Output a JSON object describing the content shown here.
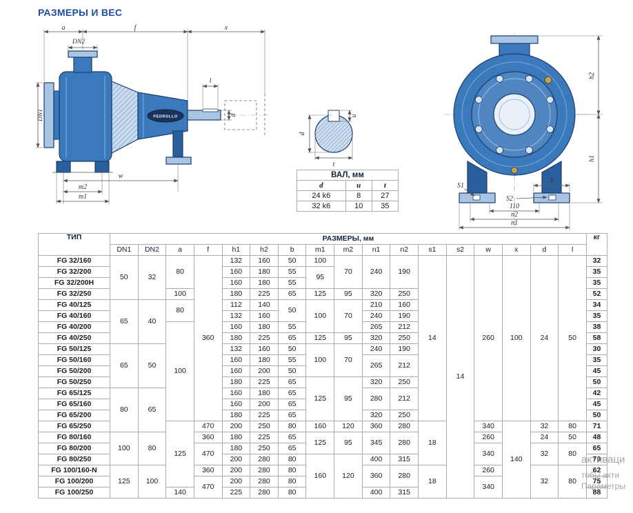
{
  "page_title": "РАЗМЕРЫ И ВЕС",
  "colors": {
    "accent": "#1d4da0",
    "pump_fill": "#3a79bc",
    "outline": "#1c3d6e"
  },
  "drawings": {
    "brand": "PEDROLLO",
    "side_labels": {
      "a": "a",
      "f": "f",
      "x": "x",
      "dn2": "DN2",
      "dn1": "DN1",
      "l": "l",
      "d": "d",
      "w": "w",
      "m2": "m2",
      "m1": "m1"
    },
    "shaft_labels": {
      "d": "d",
      "u": "u",
      "t": "t"
    },
    "front_labels": {
      "h2": "h2",
      "h1": "h1",
      "s1": "S1",
      "s2": "S2",
      "b": "b",
      "dim110": "110",
      "n2": "n2",
      "n1": "n1"
    }
  },
  "shaft_table": {
    "title": "ВАЛ, мм",
    "columns": [
      "d",
      "u",
      "t"
    ],
    "rows": [
      [
        "24 k6",
        "8",
        "27"
      ],
      [
        "32 k6",
        "10",
        "35"
      ]
    ]
  },
  "main_table": {
    "type_header": "ТИП",
    "sizes_header": "РАЗМЕРЫ, мм",
    "kg_header": "кг",
    "columns": [
      "DN1",
      "DN2",
      "a",
      "f",
      "h1",
      "h2",
      "b",
      "m1",
      "m2",
      "n1",
      "n2",
      "s1",
      "s2",
      "w",
      "x",
      "d",
      "l"
    ],
    "rows": [
      {
        "type": "FG 32/160",
        "kg": "32",
        "cells": [
          [
            "50",
            4
          ],
          [
            "32",
            4
          ],
          [
            "80",
            3
          ],
          [
            "360",
            15
          ],
          "132",
          "160",
          "50",
          "100",
          [
            "70",
            3
          ],
          [
            "240",
            3
          ],
          [
            "190",
            3
          ],
          [
            "14",
            15
          ],
          [
            "14",
            22
          ],
          [
            "260",
            15
          ],
          [
            "100",
            15
          ],
          [
            "24",
            15
          ],
          [
            "50",
            15
          ]
        ]
      },
      {
        "type": "FG 32/200",
        "kg": "35",
        "cells": [
          null,
          null,
          null,
          null,
          "160",
          "180",
          "55",
          [
            "95",
            2
          ],
          null,
          null,
          null,
          null,
          null,
          null,
          null,
          null,
          null
        ]
      },
      {
        "type": "FG 32/200H",
        "kg": "35",
        "cells": [
          null,
          null,
          null,
          null,
          "160",
          "180",
          "55",
          null,
          null,
          null,
          null,
          null,
          null,
          null,
          null,
          null,
          null
        ]
      },
      {
        "type": "FG 32/250",
        "kg": "52",
        "cells": [
          null,
          null,
          "100",
          null,
          "180",
          "225",
          "65",
          "125",
          "95",
          "320",
          "250",
          null,
          null,
          null,
          null,
          null,
          null
        ]
      },
      {
        "type": "FG 40/125",
        "kg": "34",
        "cells": [
          [
            "65",
            4
          ],
          [
            "40",
            4
          ],
          [
            "80",
            2
          ],
          null,
          "112",
          "140",
          [
            "50",
            2
          ],
          [
            "100",
            3
          ],
          [
            "70",
            3
          ],
          "210",
          "160",
          null,
          null,
          null,
          null,
          null,
          null
        ]
      },
      {
        "type": "FG 40/160",
        "kg": "35",
        "cells": [
          null,
          null,
          null,
          null,
          "132",
          "160",
          null,
          null,
          null,
          "240",
          "190",
          null,
          null,
          null,
          null,
          null,
          null
        ]
      },
      {
        "type": "FG 40/200",
        "kg": "38",
        "cells": [
          null,
          null,
          [
            "100",
            9
          ],
          null,
          "160",
          "180",
          "55",
          null,
          null,
          "265",
          "212",
          null,
          null,
          null,
          null,
          null,
          null
        ]
      },
      {
        "type": "FG 40/250",
        "kg": "58",
        "cells": [
          null,
          null,
          null,
          null,
          "180",
          "225",
          "65",
          "125",
          "95",
          "320",
          "250",
          null,
          null,
          null,
          null,
          null,
          null
        ]
      },
      {
        "type": "FG 50/125",
        "kg": "30",
        "cells": [
          [
            "65",
            4
          ],
          [
            "50",
            4
          ],
          null,
          null,
          "132",
          "160",
          "50",
          [
            "100",
            3
          ],
          [
            "70",
            3
          ],
          "240",
          "190",
          null,
          null,
          null,
          null,
          null,
          null
        ]
      },
      {
        "type": "FG 50/160",
        "kg": "35",
        "cells": [
          null,
          null,
          null,
          null,
          "160",
          "180",
          "55",
          null,
          null,
          [
            "265",
            2
          ],
          [
            "212",
            2
          ],
          null,
          null,
          null,
          null,
          null,
          null
        ]
      },
      {
        "type": "FG 50/200",
        "kg": "45",
        "cells": [
          null,
          null,
          null,
          null,
          "160",
          "200",
          "50",
          null,
          null,
          null,
          null,
          null,
          null,
          null,
          null,
          null,
          null
        ]
      },
      {
        "type": "FG 50/250",
        "kg": "50",
        "cells": [
          null,
          null,
          null,
          null,
          "180",
          "225",
          "65",
          [
            "125",
            4
          ],
          [
            "95",
            4
          ],
          "320",
          "250",
          null,
          null,
          null,
          null,
          null,
          null
        ]
      },
      {
        "type": "FG 65/125",
        "kg": "42",
        "cells": [
          [
            "80",
            4
          ],
          [
            "65",
            4
          ],
          null,
          null,
          "160",
          "180",
          "65",
          null,
          null,
          [
            "280",
            2
          ],
          [
            "212",
            2
          ],
          null,
          null,
          null,
          null,
          null,
          null
        ]
      },
      {
        "type": "FG 65/160",
        "kg": "45",
        "cells": [
          null,
          null,
          null,
          null,
          "160",
          "200",
          "65",
          null,
          null,
          null,
          null,
          null,
          null,
          null,
          null,
          null,
          null
        ]
      },
      {
        "type": "FG 65/200",
        "kg": "50",
        "cells": [
          null,
          null,
          null,
          null,
          "180",
          "225",
          "65",
          null,
          null,
          "320",
          "250",
          null,
          null,
          null,
          null,
          null,
          null
        ]
      },
      {
        "type": "FG 65/250",
        "kg": "71",
        "cells": [
          null,
          null,
          [
            "125",
            6
          ],
          "470",
          "200",
          "250",
          "80",
          "160",
          "120",
          "360",
          "280",
          [
            "18",
            4
          ],
          null,
          "340",
          [
            "140",
            7
          ],
          "32",
          "80"
        ]
      },
      {
        "type": "FG 80/160",
        "kg": "48",
        "cells": [
          [
            "100",
            3
          ],
          [
            "80",
            3
          ],
          null,
          "360",
          "180",
          "225",
          "65",
          [
            "125",
            2
          ],
          [
            "95",
            2
          ],
          [
            "345",
            2
          ],
          [
            "280",
            2
          ],
          null,
          null,
          "260",
          null,
          "24",
          "50"
        ]
      },
      {
        "type": "FG 80/200",
        "kg": "65",
        "cells": [
          null,
          null,
          null,
          [
            "470",
            2
          ],
          "180",
          "250",
          "65",
          null,
          null,
          null,
          null,
          null,
          null,
          [
            "340",
            2
          ],
          null,
          [
            "32",
            2
          ],
          [
            "80",
            2
          ]
        ]
      },
      {
        "type": "FG 80/250",
        "kg": "79",
        "cells": [
          null,
          null,
          null,
          null,
          "200",
          "280",
          "80",
          [
            "160",
            4
          ],
          [
            "120",
            4
          ],
          "400",
          "315",
          null,
          null,
          null,
          null,
          null,
          null
        ]
      },
      {
        "type": "FG 100/160-N",
        "kg": "62",
        "cells": [
          [
            "125",
            3
          ],
          [
            "100",
            3
          ],
          null,
          "360",
          "200",
          "280",
          "80",
          null,
          null,
          [
            "360",
            2
          ],
          [
            "280",
            2
          ],
          [
            "18",
            3
          ],
          null,
          "260",
          null,
          [
            "32",
            3
          ],
          [
            "80",
            3
          ]
        ]
      },
      {
        "type": "FG 100/200",
        "kg": "75",
        "cells": [
          null,
          null,
          null,
          [
            "470",
            2
          ],
          "200",
          "280",
          "80",
          null,
          null,
          null,
          null,
          null,
          null,
          [
            "340",
            2
          ],
          null,
          null,
          null
        ]
      },
      {
        "type": "FG 100/250",
        "kg": "88",
        "cells": [
          null,
          null,
          "140",
          null,
          "225",
          "280",
          "80",
          null,
          null,
          "400",
          "315",
          null,
          null,
          null,
          null,
          null,
          null
        ]
      }
    ]
  },
  "watermark": {
    "lines": [
      "активаци",
      "тобы акти",
      "Параметры"
    ]
  }
}
